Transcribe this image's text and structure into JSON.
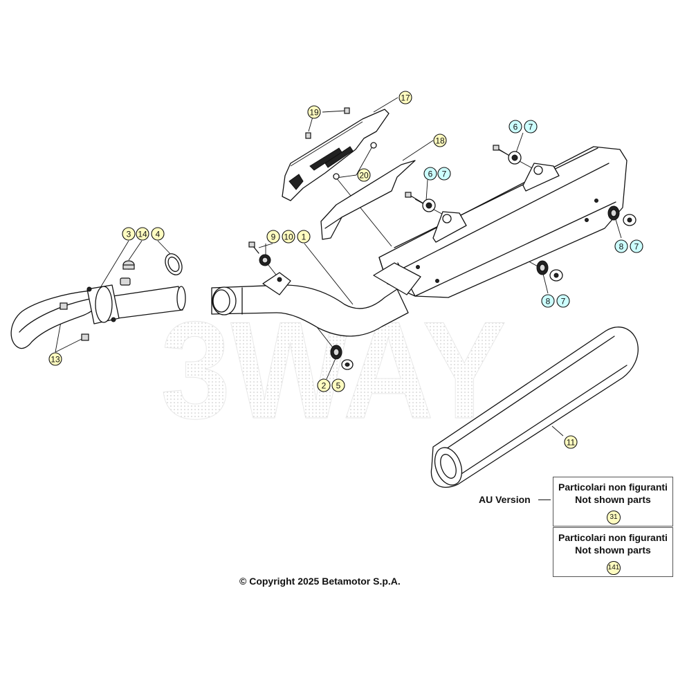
{
  "watermark": "3WAY",
  "parts_diagram": {
    "callouts": [
      {
        "id": "c19",
        "label": "19",
        "color": "#fffcc0"
      },
      {
        "id": "c17",
        "label": "17",
        "color": "#fffcc0"
      },
      {
        "id": "c18",
        "label": "18",
        "color": "#fffcc0"
      },
      {
        "id": "c20",
        "label": "20",
        "color": "#fffcc0"
      },
      {
        "id": "c6a",
        "label": "6",
        "color": "#ccffff"
      },
      {
        "id": "c7a",
        "label": "7",
        "color": "#ccffff"
      },
      {
        "id": "c6b",
        "label": "6",
        "color": "#ccffff"
      },
      {
        "id": "c7b",
        "label": "7",
        "color": "#ccffff"
      },
      {
        "id": "c8a",
        "label": "8",
        "color": "#ccffff"
      },
      {
        "id": "c7c",
        "label": "7",
        "color": "#ccffff"
      },
      {
        "id": "c8b",
        "label": "8",
        "color": "#ccffff"
      },
      {
        "id": "c7d",
        "label": "7",
        "color": "#ccffff"
      },
      {
        "id": "c3",
        "label": "3",
        "color": "#fffcc0"
      },
      {
        "id": "c14",
        "label": "14",
        "color": "#fffcc0"
      },
      {
        "id": "c4",
        "label": "4",
        "color": "#fffcc0"
      },
      {
        "id": "c9",
        "label": "9",
        "color": "#fffcc0"
      },
      {
        "id": "c10",
        "label": "10",
        "color": "#fffcc0"
      },
      {
        "id": "c1",
        "label": "1",
        "color": "#fffcc0"
      },
      {
        "id": "c13",
        "label": "13",
        "color": "#fffcc0"
      },
      {
        "id": "c2",
        "label": "2",
        "color": "#fffcc0"
      },
      {
        "id": "c5",
        "label": "5",
        "color": "#fffcc0"
      },
      {
        "id": "c11",
        "label": "11",
        "color": "#fffcc0"
      }
    ]
  },
  "notes": {
    "au_version": "AU Version",
    "box1": {
      "line1": "Particolari non figuranti",
      "line2": "Not shown parts",
      "number": "31"
    },
    "box2": {
      "line1": "Particolari non figuranti",
      "line2": "Not shown parts",
      "number": "141"
    }
  },
  "copyright": "© Copyright 2025 Betamotor S.p.A."
}
